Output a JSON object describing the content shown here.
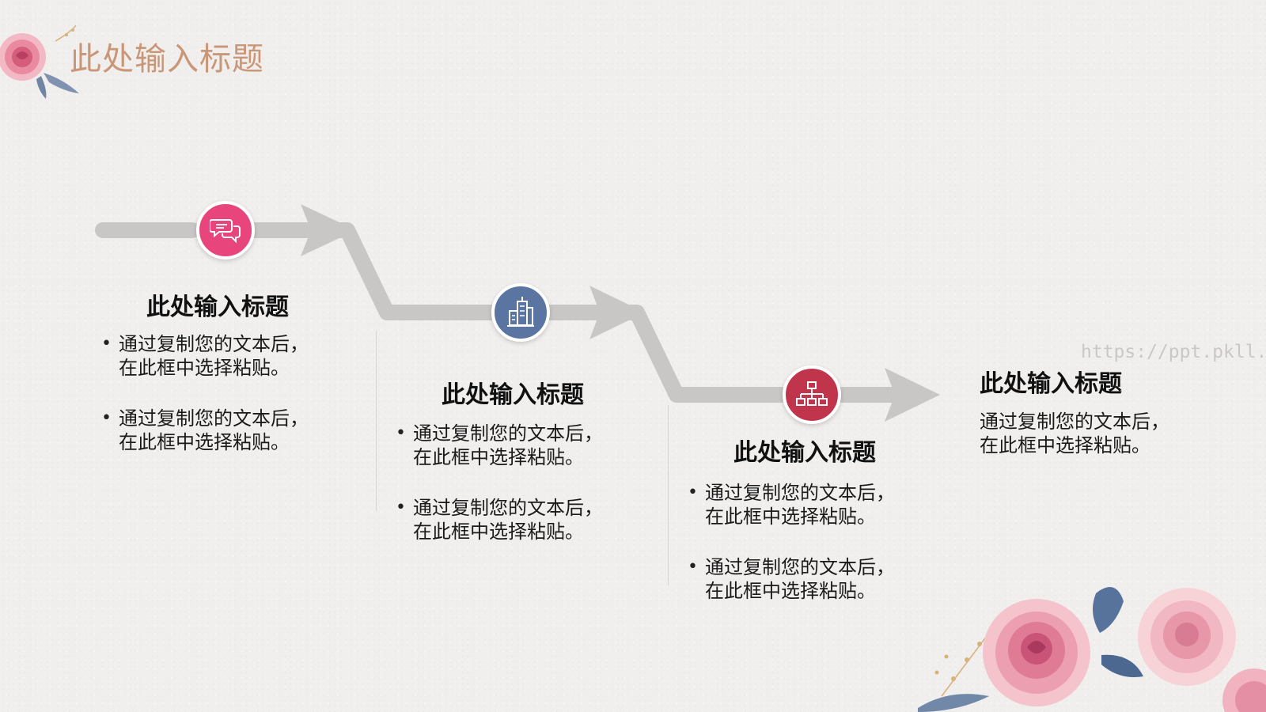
{
  "slide": {
    "title": "此处输入标题"
  },
  "watermark": "https://ppt.pkll.de",
  "colors": {
    "arrow": "#c9c7c6",
    "step1": "#e8457c",
    "step2": "#5b75a2",
    "step3": "#c0344c",
    "title_accent": "#c99778"
  },
  "steps": [
    {
      "icon": "chat-bubbles-icon",
      "title": "此处输入标题",
      "bullets": [
        {
          "line1": "通过复制您的文本后，",
          "line2": "在此框中选择粘贴。"
        },
        {
          "line1": "通过复制您的文本后，",
          "line2": "在此框中选择粘贴。"
        }
      ]
    },
    {
      "icon": "building-icon",
      "title": "此处输入标题",
      "bullets": [
        {
          "line1": "通过复制您的文本后，",
          "line2": "在此框中选择粘贴。"
        },
        {
          "line1": "通过复制您的文本后，",
          "line2": "在此框中选择粘贴。"
        }
      ]
    },
    {
      "icon": "org-chart-icon",
      "title": "此处输入标题",
      "bullets": [
        {
          "line1": "通过复制您的文本后，",
          "line2": "在此框中选择粘贴。"
        },
        {
          "line1": "通过复制您的文本后，",
          "line2": "在此框中选择粘贴。"
        }
      ]
    },
    {
      "title": "此处输入标题",
      "text": {
        "line1": "通过复制您的文本后，",
        "line2": "在此框中选择粘贴。"
      }
    }
  ]
}
